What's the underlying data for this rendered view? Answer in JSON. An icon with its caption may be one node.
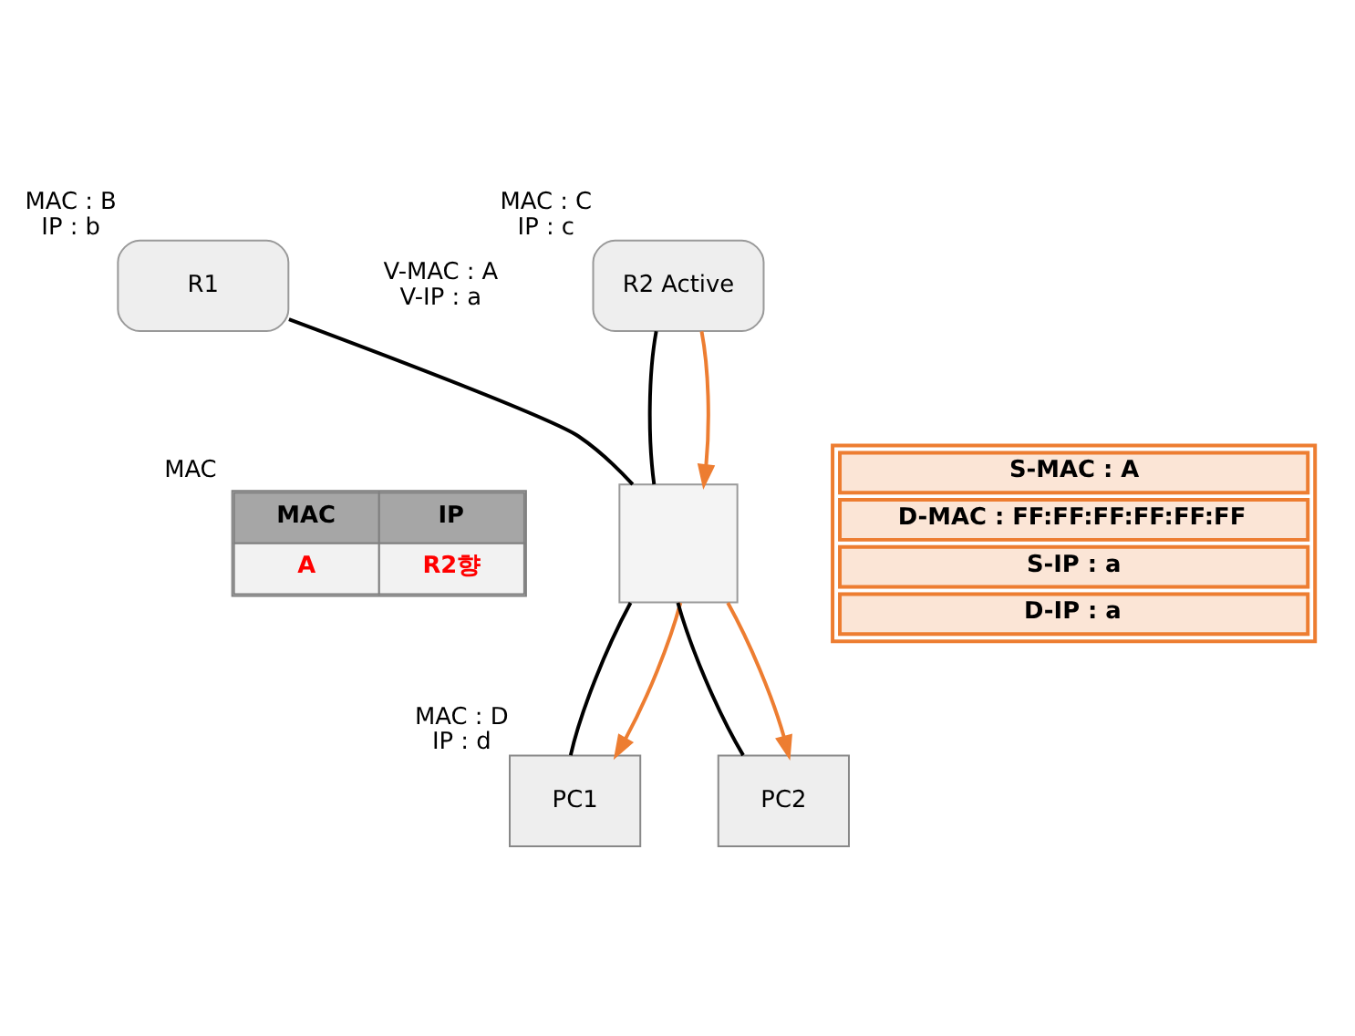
{
  "diagram": {
    "nodes": [
      {
        "text": [
          "R1"
        ],
        "beside": [
          "MAC : B",
          "IP : b"
        ]
      },
      {
        "text": [
          "R2 Active"
        ],
        "beside": [
          "MAC : C",
          "IP : c"
        ]
      },
      {
        "text": [],
        "shape": "box"
      },
      {
        "text": [
          "PC1"
        ],
        "beside": [
          "MAC : D",
          "IP : d"
        ]
      },
      {
        "text": [
          "PC2"
        ]
      },
      {
        "text": [
          "MAC",
          "IP",
          "A",
          "R2향"
        ],
        "beside": [
          "MAC"
        ]
      },
      {
        "text": [
          "S-MAC : A",
          "D-MAC : FF:FF:FF:FF:FF:FF",
          "S-IP : a",
          "D-IP : a"
        ]
      }
    ],
    "edges": [
      {
        "from": 0,
        "to": 2,
        "arrow": "none"
      },
      {
        "from": 1,
        "to": 2,
        "arrow": "none"
      },
      {
        "from": 2,
        "to": 3,
        "arrow": "none"
      },
      {
        "from": 2,
        "to": 4,
        "arrow": "none"
      },
      {
        "from": 1,
        "to": 2,
        "arrow": "to",
        "color": "#ed7d31"
      },
      {
        "from": 2,
        "to": 3,
        "arrow": "to",
        "color": "#ed7d31"
      },
      {
        "from": 2,
        "to": 4,
        "arrow": "to",
        "color": "#ed7d31"
      }
    ],
    "labels": [
      "V-MAC : A",
      "V-IP : a"
    ]
  }
}
